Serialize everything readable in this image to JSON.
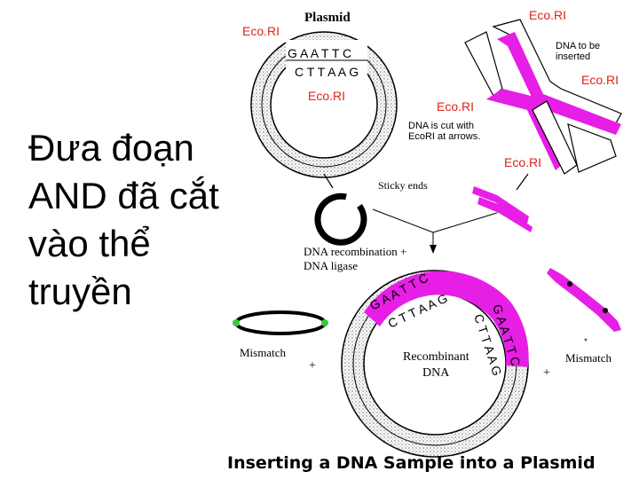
{
  "slide": {
    "caption_vi": "Đưa đoạn AND đã cắt vào thể truyền"
  },
  "diagram": {
    "plasmid_title": "Plasmid",
    "enzyme": "Eco.RI",
    "seq_top": "G A A T T C",
    "seq_bottom": "C T T A A G",
    "dna_to_be_inserted": [
      "DNA to be",
      "inserted"
    ],
    "cut_note": [
      "DNA is cut with",
      "EcoRI at arrows."
    ],
    "sticky_ends": "Sticky ends",
    "recombination": [
      "DNA recombination +",
      "DNA ligase"
    ],
    "mismatch": "Mismatch",
    "plus": "+",
    "recombinant": [
      "Recombinant",
      "DNA"
    ],
    "footer": "Inserting a DNA Sample into a Plasmid"
  },
  "colors": {
    "magenta": "#e61ee6",
    "red_label": "#e0241a",
    "green": "#33cc33",
    "stipple": "#cfcfcf"
  }
}
